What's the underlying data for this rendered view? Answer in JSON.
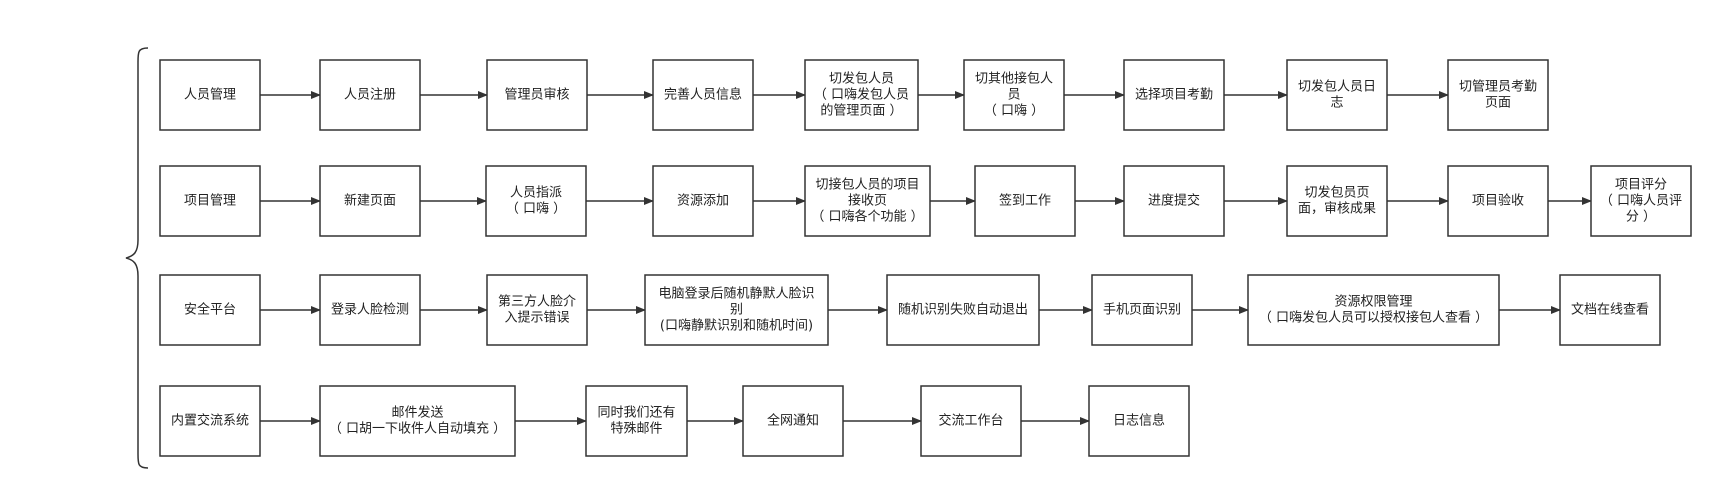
{
  "rows": [
    {
      "nodes": [
        {
          "lines": [
            "人员管理"
          ]
        },
        {
          "lines": [
            "人员注册"
          ]
        },
        {
          "lines": [
            "管理员审核"
          ]
        },
        {
          "lines": [
            "完善人员信息"
          ]
        },
        {
          "lines": [
            "切发包人员",
            "（ 口嗨发包人员",
            "的管理页面 ）"
          ]
        },
        {
          "lines": [
            "切其他接包人",
            "员",
            "（ 口嗨 ）"
          ]
        },
        {
          "lines": [
            "选择项目考勤"
          ]
        },
        {
          "lines": [
            "切发包人员日",
            "志"
          ]
        },
        {
          "lines": [
            "切管理员考勤",
            "页面"
          ]
        }
      ]
    },
    {
      "nodes": [
        {
          "lines": [
            "项目管理"
          ]
        },
        {
          "lines": [
            "新建页面"
          ]
        },
        {
          "lines": [
            "人员指派",
            "（ 口嗨 ）"
          ]
        },
        {
          "lines": [
            "资源添加"
          ]
        },
        {
          "lines": [
            "切接包人员的项目",
            "接收页",
            "（ 口嗨各个功能 ）"
          ]
        },
        {
          "lines": [
            "签到工作"
          ]
        },
        {
          "lines": [
            "进度提交"
          ]
        },
        {
          "lines": [
            "切发包员页",
            "面，审核成果"
          ]
        },
        {
          "lines": [
            "项目验收"
          ]
        },
        {
          "lines": [
            "项目评分",
            "（ 口嗨人员评",
            "分 ）"
          ]
        }
      ]
    },
    {
      "nodes": [
        {
          "lines": [
            "安全平台"
          ]
        },
        {
          "lines": [
            "登录人脸检测"
          ]
        },
        {
          "lines": [
            "第三方人脸介",
            "入提示错误"
          ]
        },
        {
          "lines": [
            "电脑登录后随机静默人脸识",
            "别",
            "(口嗨静默识别和随机时间)"
          ]
        },
        {
          "lines": [
            "随机识别失败自动退出"
          ]
        },
        {
          "lines": [
            "手机页面识别"
          ]
        },
        {
          "lines": [
            "资源权限管理",
            "（ 口嗨发包人员可以授权接包人查看 ）"
          ]
        },
        {
          "lines": [
            "文档在线查看"
          ]
        }
      ]
    },
    {
      "nodes": [
        {
          "lines": [
            "内置交流系统"
          ]
        },
        {
          "lines": [
            "邮件发送",
            "（ 口胡一下收件人自动填充 ）"
          ]
        },
        {
          "lines": [
            "同时我们还有",
            "特殊邮件"
          ]
        },
        {
          "lines": [
            "全网通知"
          ]
        },
        {
          "lines": [
            "交流工作台"
          ]
        },
        {
          "lines": [
            "日志信息"
          ]
        }
      ]
    }
  ],
  "colors": {
    "stroke": "#333333",
    "text": "#222222",
    "fill": "#ffffff"
  }
}
